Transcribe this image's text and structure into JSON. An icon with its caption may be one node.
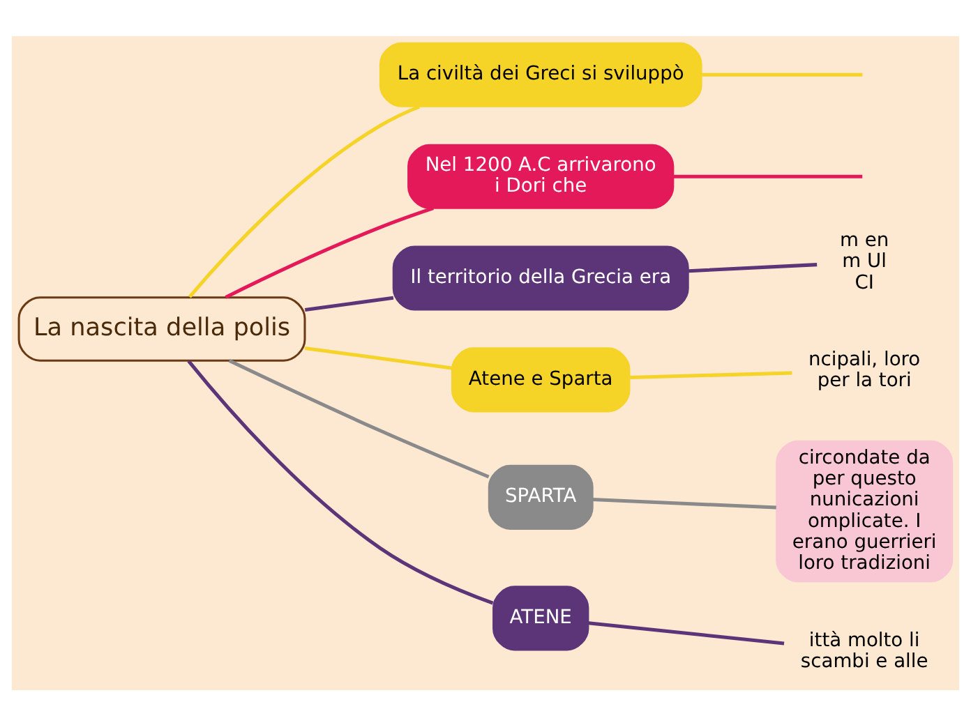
{
  "diagram": {
    "nodes": [
      {
        "text": [
          "La nascita della polis"
        ]
      },
      {
        "text": [
          "La civiltà dei Greci si sviluppò"
        ]
      },
      {
        "text": [
          "Nel 1200 A.C arrivarono i Dori che"
        ]
      },
      {
        "text": [
          "Il territorio della Grecia era"
        ]
      },
      {
        "text": [
          "m en m Ul CI"
        ]
      },
      {
        "text": [
          "Atene e Sparta"
        ]
      },
      {
        "text": [
          "ncipali, loro per la tori"
        ]
      },
      {
        "text": [
          "SPARTA"
        ]
      },
      {
        "text": [
          "circondate da per questo nunicazioni omplicate. I erano guerrieri loro tradizioni"
        ]
      },
      {
        "text": [
          "ATENE"
        ]
      },
      {
        "text": [
          "ittà molto li scambi e alle"
        ]
      }
    ],
    "edges": [
      {
        "from": 0,
        "to": 1,
        "arrow": "none",
        "color": "#f5d327"
      },
      {
        "from": 1,
        "to": null,
        "arrow": "none",
        "color": "#f5d327"
      },
      {
        "from": 0,
        "to": 2,
        "arrow": "none",
        "color": "#e4195a"
      },
      {
        "from": 2,
        "to": null,
        "arrow": "none",
        "color": "#e4195a"
      },
      {
        "from": 0,
        "to": 3,
        "arrow": "none",
        "color": "#5c3578"
      },
      {
        "from": 3,
        "to": 4,
        "arrow": "none",
        "color": "#5c3578"
      },
      {
        "from": 0,
        "to": 5,
        "arrow": "none",
        "color": "#f5d327"
      },
      {
        "from": 5,
        "to": 6,
        "arrow": "none",
        "color": "#f5d327"
      },
      {
        "from": 0,
        "to": 7,
        "arrow": "none",
        "color": "#8a8a8a"
      },
      {
        "from": 7,
        "to": 8,
        "arrow": "none",
        "color": "#8a8a8a"
      },
      {
        "from": 0,
        "to": 9,
        "arrow": "none",
        "color": "#5c3578"
      },
      {
        "from": 9,
        "to": 10,
        "arrow": "none",
        "color": "#5c3578"
      }
    ]
  }
}
